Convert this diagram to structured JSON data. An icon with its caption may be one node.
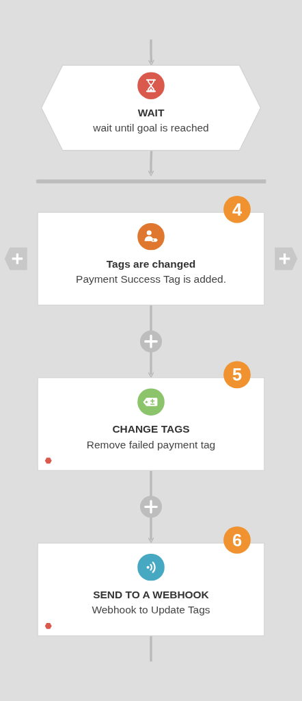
{
  "diagram": {
    "nodes": [
      {
        "text": [
          "WAIT",
          "wait until goal is reached"
        ]
      },
      {
        "text": [],
        "shape": "bar"
      },
      {
        "text": [
          "Tags are changed",
          "Payment Success Tag is added."
        ],
        "beside": [
          "4"
        ]
      },
      {
        "text": [],
        "shape": "circle"
      },
      {
        "text": [
          "CHANGE TAGS",
          "Remove failed payment tag"
        ],
        "beside": [
          "5"
        ]
      },
      {
        "text": [],
        "shape": "circle"
      },
      {
        "text": [
          "SEND TO A WEBHOOK",
          "Webhook to Update Tags"
        ],
        "beside": [
          "6"
        ]
      }
    ],
    "edges": [
      {
        "from": null,
        "to": 0,
        "arrow": "to"
      },
      {
        "from": 0,
        "to": 1,
        "arrow": "to"
      },
      {
        "from": 2,
        "to": 3,
        "arrow": "none"
      },
      {
        "from": 3,
        "to": 4,
        "arrow": "to"
      },
      {
        "from": 4,
        "to": 5,
        "arrow": "none"
      },
      {
        "from": 5,
        "to": 6,
        "arrow": "to"
      },
      {
        "from": 6,
        "to": null,
        "arrow": "none"
      }
    ]
  }
}
